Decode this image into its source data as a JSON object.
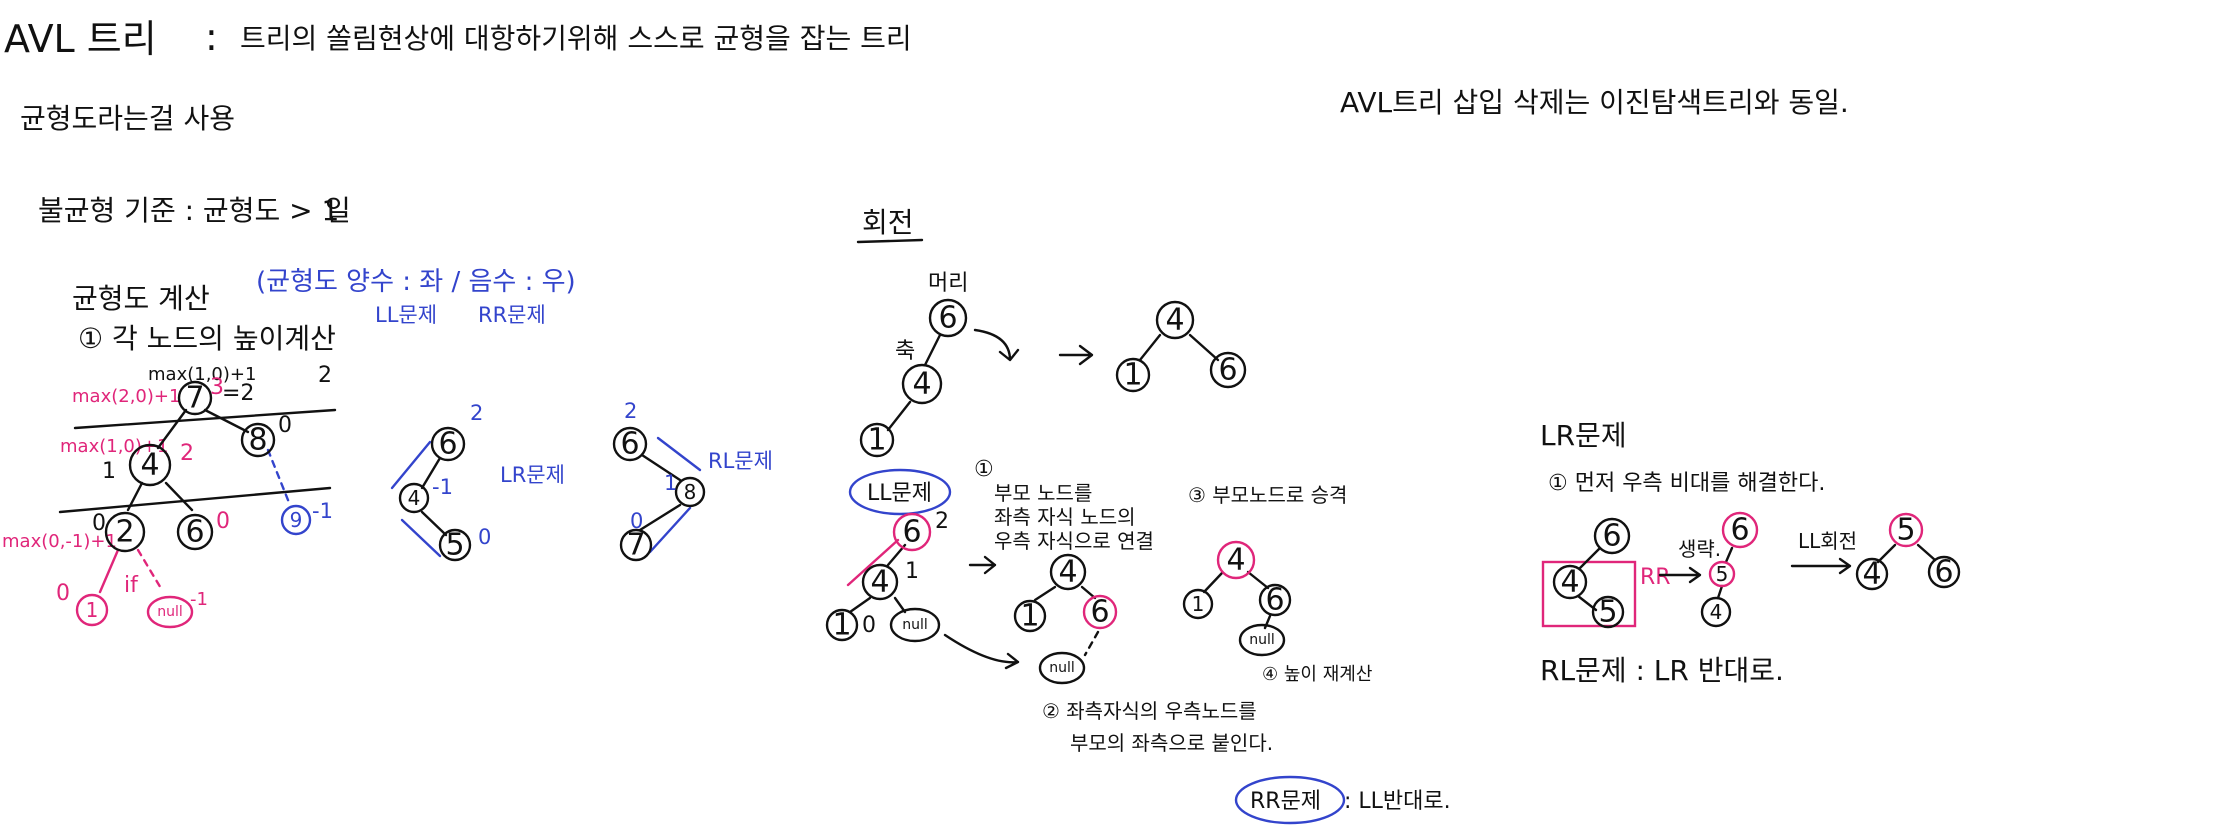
{
  "header": {
    "title_main": "AVL 트리",
    "title_colon": ":",
    "title_desc": "트리의 쏠림현상에 대항하기위해 스스로 균형을 잡는 트리",
    "subtitle": "균형도라는걸 사용",
    "right_note": "AVL트리 삽입 삭제는 이진탐색트리와 동일."
  },
  "left": {
    "criterion": "불균형 기준 : 균형도 > 1",
    "criterion_tail": "일",
    "calc_title": "균형도 계산",
    "sign_note": "(균형도 양수 : 좌 / 음수 : 우)",
    "ll_label": "LL문제",
    "rr_label": "RR문제",
    "step1": "① 각 노드의 높이계산",
    "formula_top": "max(1,0)+1",
    "formula_root": "max(2,0)+1",
    "eq_root": "=2",
    "formula_4": "max(1,0)+1",
    "formula_2": "max(0,-1)+1",
    "if_label": "if",
    "heights": {
      "root": "3",
      "root_right": "2",
      "n8": "0",
      "n4_left": "1",
      "n4_right": "2",
      "n2": "0",
      "n6": "0",
      "n9": "-1",
      "n1": "0",
      "nnull": "-1"
    },
    "nodes": {
      "root": "7",
      "n8": "8",
      "n4": "4",
      "n2": "2",
      "n6": "6",
      "n9": "9",
      "n1": "1",
      "nnull": "null"
    },
    "lr_label": "LR문제",
    "lr_nodes": {
      "a": "6",
      "b": "4",
      "c": "5"
    },
    "lr_h": {
      "top": "2",
      "mid": "-1",
      "bottom": "0"
    },
    "rl_label": "RL문제",
    "rl_nodes": {
      "a": "6",
      "b": "8",
      "c": "7"
    },
    "rl_h": {
      "top": "2",
      "mid": "1",
      "bottom": "0"
    }
  },
  "middle": {
    "rotation_title": "회전",
    "head_label": "머리",
    "axis_label": "축",
    "ex1_before": {
      "a": "6",
      "b": "4",
      "c": "1"
    },
    "ex1_after": {
      "a": "4",
      "b": "1",
      "c": "6"
    },
    "ll_problem": "LL문제",
    "ll_nodes": {
      "a": "6",
      "b": "4",
      "c": "1",
      "d": "null"
    },
    "ll_h": {
      "a": "2",
      "b": "1",
      "c": "0"
    },
    "step1_num": "①",
    "step1_l1": "부모 노드를",
    "step1_l2": "좌측 자식 노드의",
    "step1_l3": "우측 자식으로 연결",
    "step1_nodes": {
      "a": "4",
      "b": "1",
      "c": "6",
      "d": "null"
    },
    "step3": "③ 부모노드로 승격",
    "step3_nodes": {
      "a": "4",
      "b": "1",
      "c": "6",
      "d": "null"
    },
    "step4": "④ 높이 재계산",
    "step2_l1": "② 좌측자식의 우측노드를",
    "step2_l2": "부모의 좌측으로 붙인다.",
    "rr_problem": "RR문제",
    "rr_note": ": LL반대로."
  },
  "right": {
    "lr_title": "LR문제",
    "lr_step1": "① 먼저 우측 비대를 해결한다.",
    "tree_a": {
      "a": "6",
      "b": "4",
      "c": "5"
    },
    "rr_mark": "RR",
    "omit": "생략.",
    "tree_b": {
      "a": "6",
      "b": "5",
      "c": "4"
    },
    "ll_rot": "LL회전",
    "tree_c": {
      "a": "5",
      "b": "4",
      "c": "6"
    },
    "rl_note": "RL문제 : LR 반대로."
  }
}
